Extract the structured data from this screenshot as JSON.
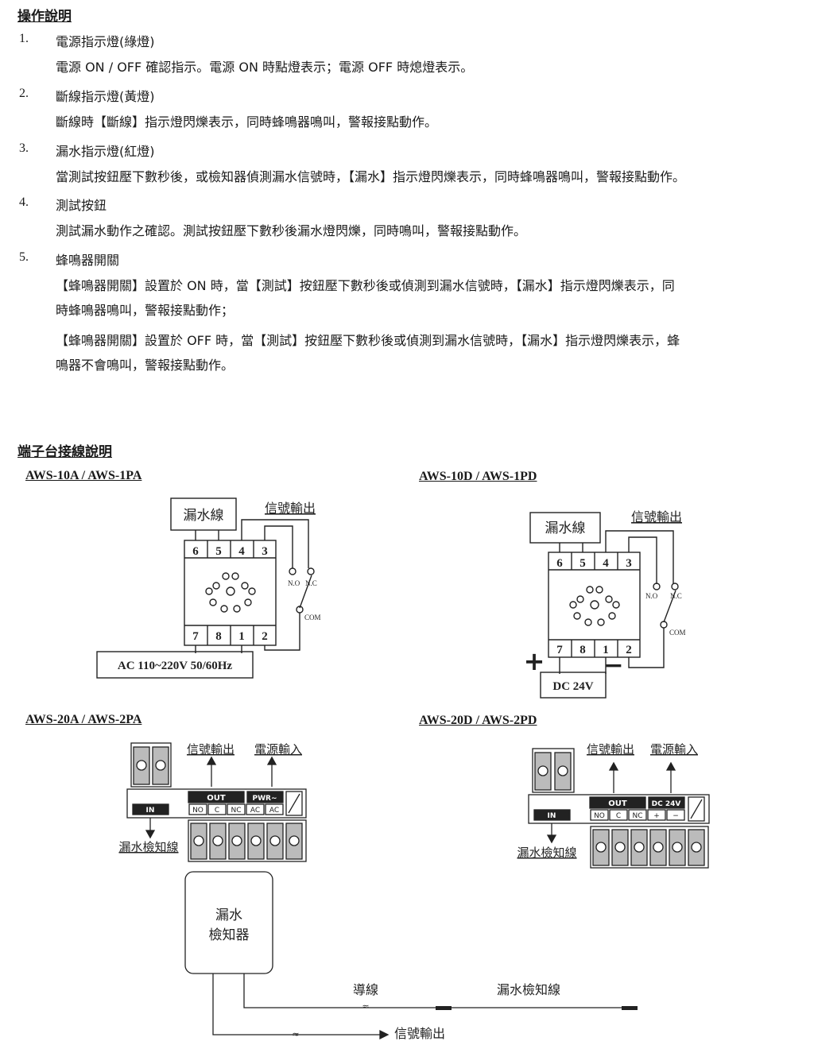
{
  "ops": {
    "heading": "操作說明",
    "items": [
      {
        "num": "1.",
        "title": "電源指示燈(綠燈)",
        "lines": [
          "電源 ON / OFF 確認指示。電源 ON 時點燈表示；電源 OFF 時熄燈表示。"
        ]
      },
      {
        "num": "2.",
        "title": "斷線指示燈(黃燈)",
        "lines": [
          "斷線時【斷線】指示燈閃爍表示，同時蜂鳴器鳴叫，警報接點動作。"
        ]
      },
      {
        "num": "3.",
        "title": "漏水指示燈(紅燈)",
        "lines": [
          "當測試按鈕壓下數秒後，或檢知器偵測漏水信號時，【漏水】指示燈閃爍表示，同時蜂鳴器鳴叫，警報接點動作。"
        ]
      },
      {
        "num": "4.",
        "title": "測試按鈕",
        "lines": [
          "測試漏水動作之確認。測試按鈕壓下數秒後漏水燈閃爍，同時鳴叫，警報接點動作。"
        ]
      },
      {
        "num": "5.",
        "title": "蜂鳴器開關",
        "lines": [
          "【蜂鳴器開關】設置於 ON 時，當【測試】按鈕壓下數秒後或偵測到漏水信號時，【漏水】指示燈閃爍表示，同",
          "時蜂鳴器鳴叫，警報接點動作；",
          "【蜂鳴器開關】設置於 OFF 時，當【測試】按鈕壓下數秒後或偵測到漏水信號時，【漏水】指示燈閃爍表示，蜂",
          "鳴器不會鳴叫，警報接點動作。"
        ]
      }
    ]
  },
  "wiring": {
    "heading": "端子台接線說明",
    "d1": {
      "model": "AWS-10A / AWS-1PA",
      "leak_line": "漏水線",
      "signal_out": "信號輸出",
      "top_pins": [
        "6",
        "5",
        "4",
        "3"
      ],
      "bottom_pins": [
        "7",
        "8",
        "1",
        "2"
      ],
      "no": "N.O",
      "nc": "N.C",
      "com": "COM",
      "power": "AC 110~220V 50/60Hz"
    },
    "d2": {
      "model": "AWS-10D / AWS-1PD",
      "leak_line": "漏水線",
      "signal_out": "信號輸出",
      "top_pins": [
        "6",
        "5",
        "4",
        "3"
      ],
      "bottom_pins": [
        "7",
        "8",
        "1",
        "2"
      ],
      "no": "N.O",
      "nc": "N.C",
      "com": "COM",
      "plus": "+",
      "minus": "−",
      "power": "DC 24V"
    },
    "d3": {
      "model": "AWS-20A / AWS-2PA",
      "signal_out": "信號輸出",
      "power_in": "電源輸入",
      "out": "OUT",
      "pwr": "PWR∼",
      "in": "IN",
      "terms": [
        "NO",
        "C",
        "NC",
        "AC",
        "AC"
      ],
      "detect_line": "漏水檢知線",
      "detector": [
        "漏水",
        "檢知器"
      ],
      "wire": "導線",
      "leak_detect_line": "漏水檢知線",
      "signal_out2": "信號輸出"
    },
    "d4": {
      "model": "AWS-20D / AWS-2PD",
      "signal_out": "信號輸出",
      "power_in": "電源輸入",
      "out": "OUT",
      "pwr": "DC 24V",
      "in": "IN",
      "terms": [
        "NO",
        "C",
        "NC",
        "+",
        "−"
      ],
      "detect_line": "漏水檢知線"
    }
  }
}
